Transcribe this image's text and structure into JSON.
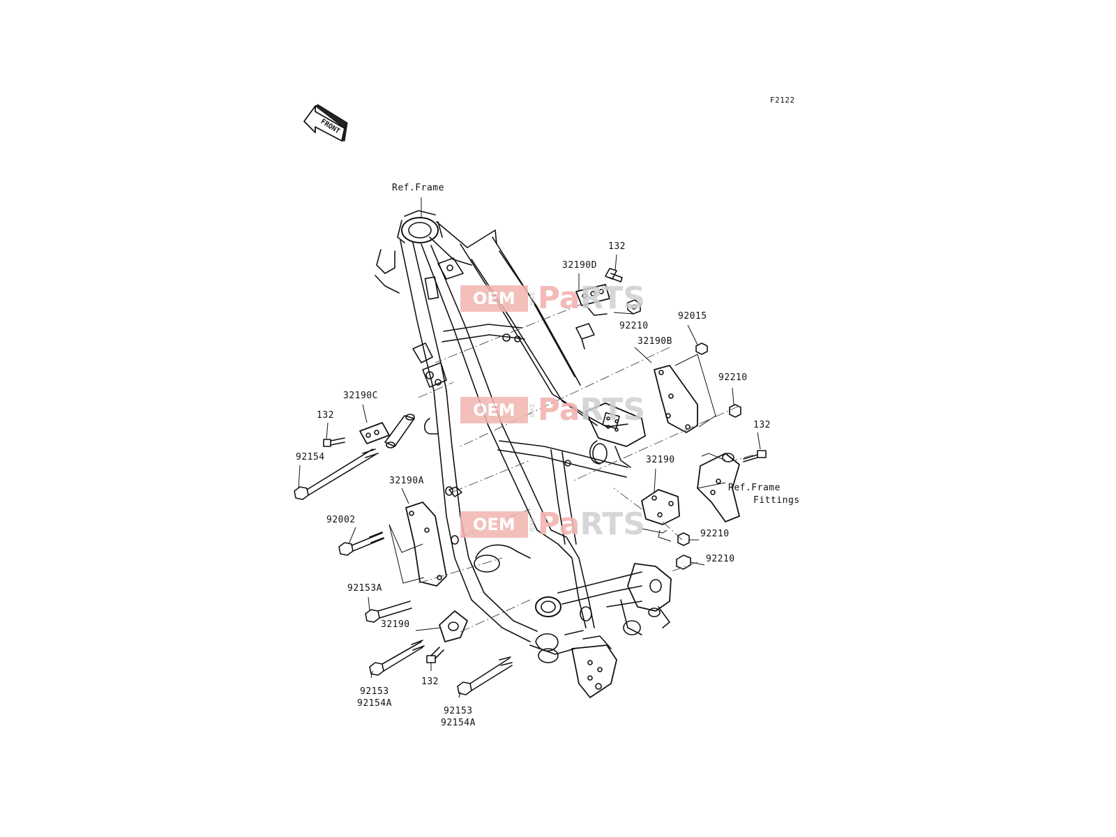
{
  "diagram_code": "F2122",
  "front_label": "FRONT",
  "watermark": {
    "oem": "OEM",
    "bike": "BIKE",
    "parts_a": "Pa",
    "parts_b": "RTS"
  },
  "labels": {
    "ref_frame_top": "Ref.Frame",
    "p132_top": "132",
    "p32190D": "32190D",
    "p92210_top": "92210",
    "p92015": "92015",
    "p32190B": "32190B",
    "p92210_right": "92210",
    "p32190C": "32190C",
    "p132_left": "132",
    "p92154": "92154",
    "p132_right": "132",
    "p32190_right": "32190",
    "ref_frame_fittings_1": "Ref.Frame",
    "ref_frame_fittings_2": "Fittings",
    "p32190A": "32190A",
    "p92002": "92002",
    "p92210_mid": "92210",
    "p92210_low": "92210",
    "p92153A": "92153A",
    "p32190_low": "32190",
    "p132_bottom": "132",
    "p92153_a": "92153",
    "p92154A_a": "92154A",
    "p92153_b": "92153",
    "p92154A_b": "92154A"
  }
}
